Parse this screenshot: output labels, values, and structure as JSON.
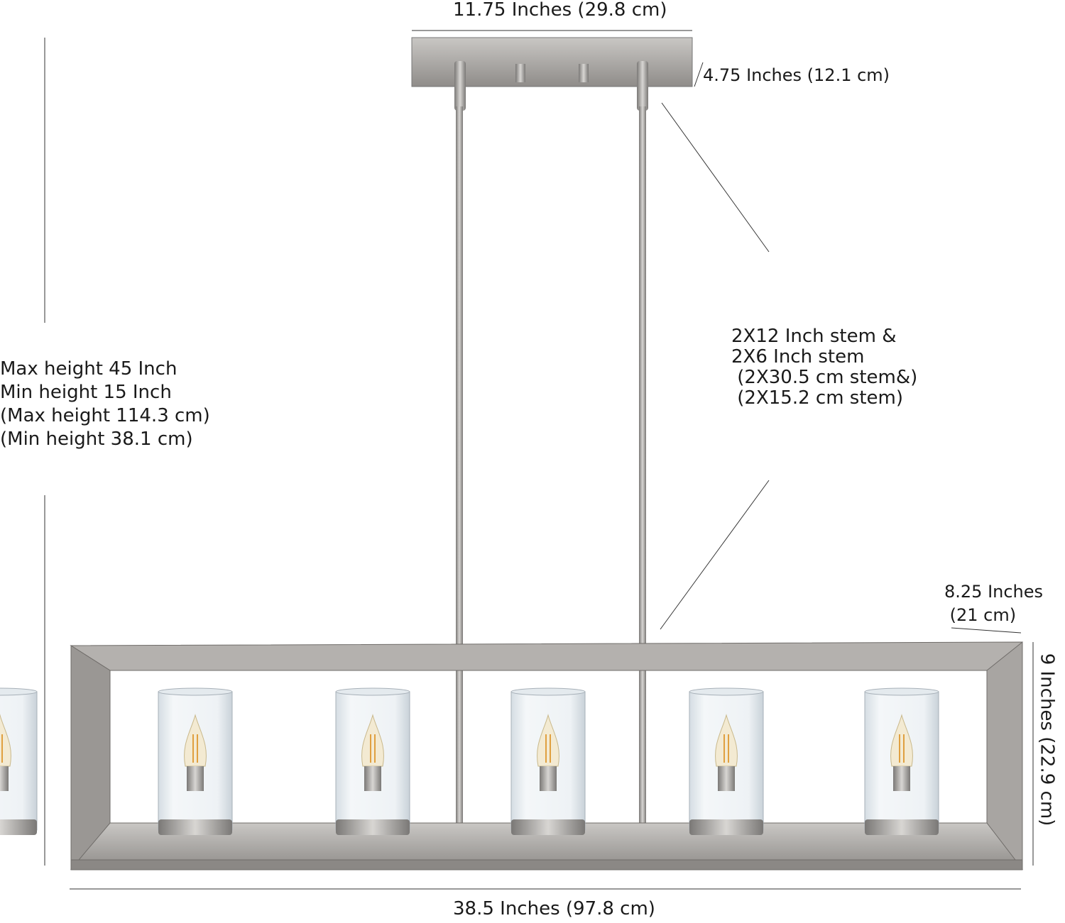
{
  "dimensions": {
    "canopy_width": "11.75 Inches (29.8 cm)",
    "canopy_depth": "4.75 Inches (12.1 cm)",
    "stems": [
      "2X12 Inch stem &",
      "2X6 Inch stem",
      " (2X30.5 cm stem&)",
      " (2X15.2 cm stem)"
    ],
    "height": [
      "Max height 45 Inch",
      "Min height 15 Inch",
      "(Max height 114.3 cm)",
      "(Min height 38.1 cm)"
    ],
    "depth": [
      "8.25 Inches",
      " (21 cm)"
    ],
    "frame_height": "9 Inches (22.9 cm)",
    "length": "38.5 Inches (97.8 cm)"
  },
  "colors": {
    "metal": "#a9a6a3",
    "metal_dark": "#7d7a77",
    "line": "#333333"
  }
}
